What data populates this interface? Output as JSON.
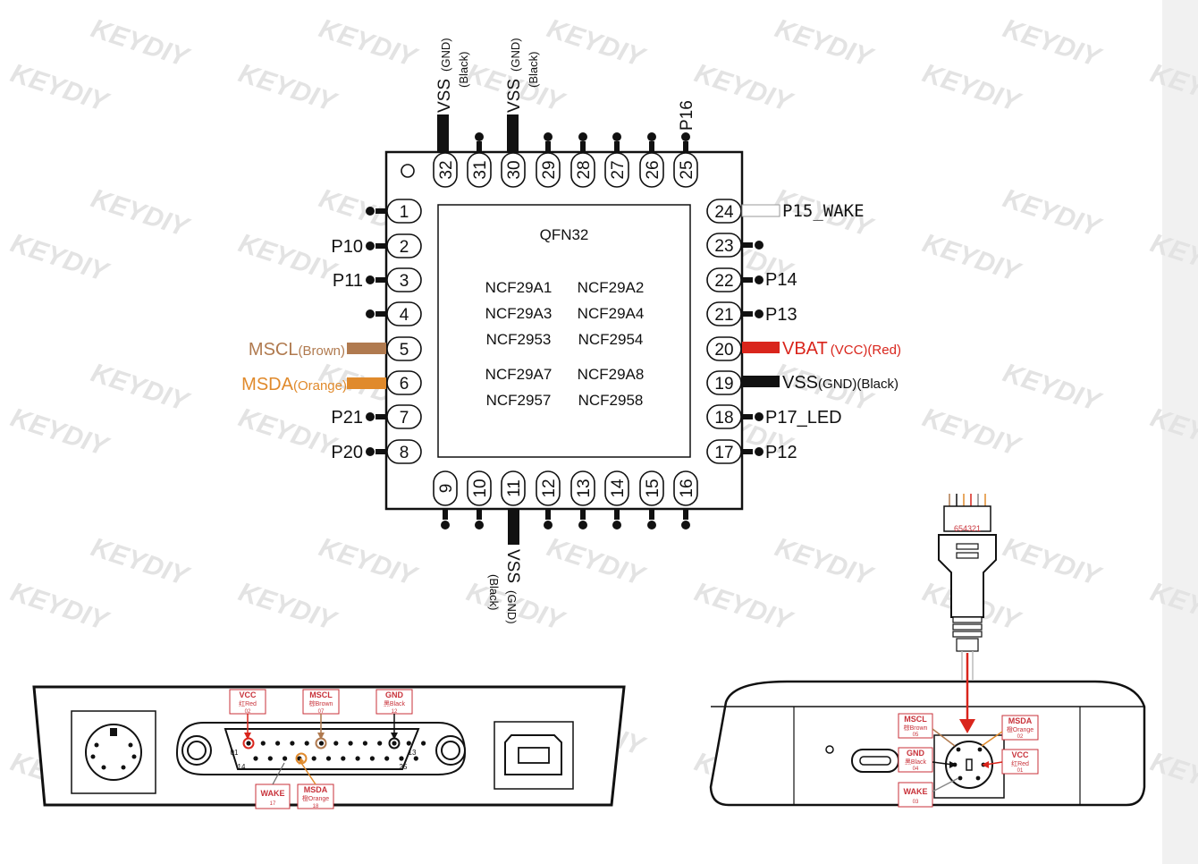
{
  "watermark": "KEYDIY",
  "chip": {
    "package": "QFN32",
    "models": [
      "NCF29A1",
      "NCF29A2",
      "NCF29A3",
      "NCF29A4",
      "NCF2953",
      "NCF2954",
      "NCF29A7",
      "NCF29A8",
      "NCF2957",
      "NCF2958"
    ],
    "pins": [
      "1",
      "2",
      "3",
      "4",
      "5",
      "6",
      "7",
      "8",
      "9",
      "10",
      "11",
      "12",
      "13",
      "14",
      "15",
      "16",
      "17",
      "18",
      "19",
      "20",
      "21",
      "22",
      "23",
      "24",
      "25",
      "26",
      "27",
      "28",
      "29",
      "30",
      "31",
      "32"
    ],
    "labels": {
      "p10": "P10",
      "p11": "P11",
      "mscl": "MSCL",
      "mscl_color": "(Brown)",
      "msda": "MSDA",
      "msda_color": "(Orange)",
      "p21": "P21",
      "p20": "P20",
      "p15_wake": "P15_WAKE",
      "p14": "P14",
      "p13": "P13",
      "vbat": "VBAT",
      "vbat_sub": "(VCC)(Red)",
      "vss": "VSS",
      "vss_sub": "(GND)(Black)",
      "p17_led": "P17_LED",
      "p12": "P12",
      "p16": "P16",
      "vss_gnd": "(GND)",
      "black": "(Black)"
    }
  },
  "left_device": {
    "vcc": [
      "VCC",
      "红Red",
      "02"
    ],
    "mscl": [
      "MSCL",
      "棕Brown",
      "07"
    ],
    "gnd": [
      "GND",
      "黑Black",
      "12"
    ],
    "wake": [
      "WAKE",
      "17"
    ],
    "msda": [
      "MSDA",
      "橙Orange",
      "18"
    ],
    "pin_nums": [
      "01",
      "13",
      "14",
      "25"
    ]
  },
  "right_device": {
    "mscl": [
      "MSCL",
      "棕Brown",
      "05"
    ],
    "msda": [
      "MSDA",
      "橙Orange",
      "02"
    ],
    "gnd": [
      "GND",
      "黑Black",
      "04"
    ],
    "vcc": [
      "VCC",
      "红Red",
      "01"
    ],
    "wake": [
      "WAKE",
      "03"
    ],
    "connector_pins": "654321"
  },
  "colors": {
    "brown": "#b07a4f",
    "orange": "#e08a2c",
    "red": "#d9251c",
    "black": "#111111",
    "tag_red": "#c8323a",
    "watermark": "#e3e3e3"
  }
}
